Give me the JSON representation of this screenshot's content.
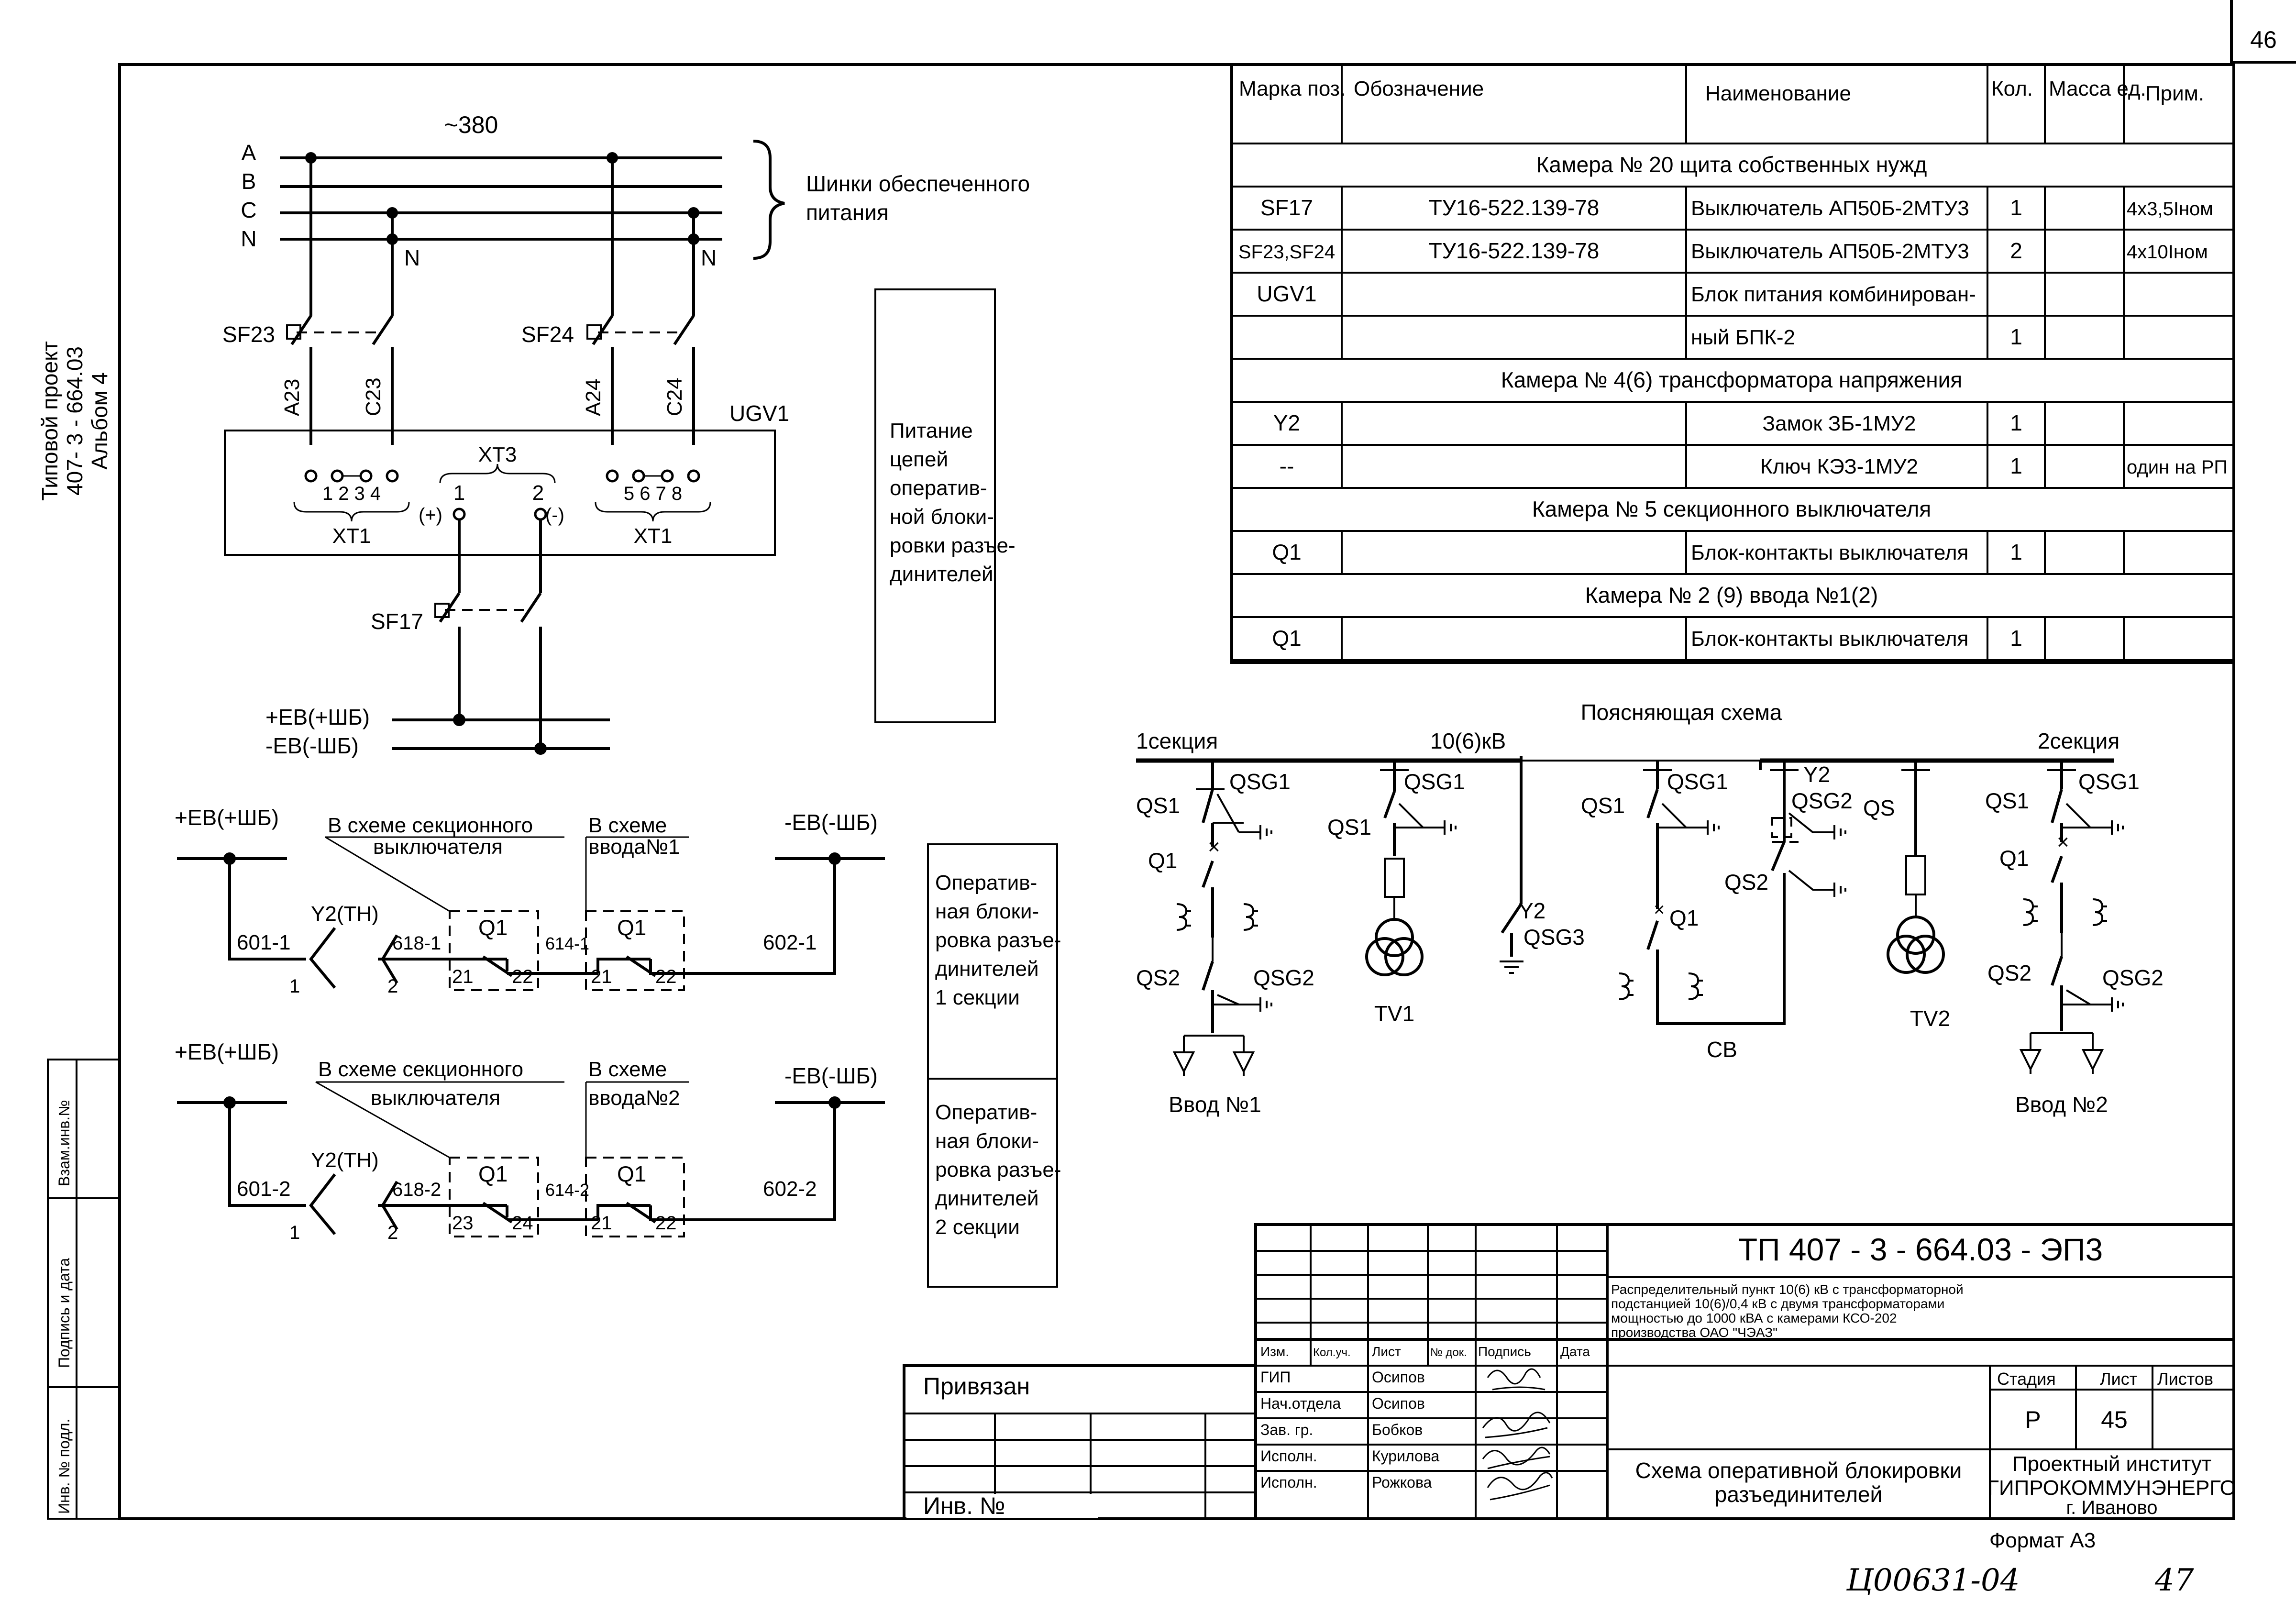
{
  "page_number": "46",
  "side_stamp": {
    "line1": "Типовой проект",
    "line2": "407- 3 - 664.03",
    "line3": "Альбом 4"
  },
  "left_stamp": {
    "vzam": "Взам.инв.№",
    "podpis": "Подпись и дата",
    "inv": "Инв. № подл."
  },
  "power_circuit": {
    "voltage": "~380",
    "phases": [
      "A",
      "B",
      "C",
      "N"
    ],
    "bus_label_1": "Шинки обеспеченного",
    "bus_label_2": "питания",
    "n_tap": "N",
    "breaker_1": "SF23",
    "breaker_2": "SF24",
    "breaker_3": "SF17",
    "wire_a23": "A23",
    "wire_c23": "C23",
    "wire_a24": "A24",
    "wire_c24": "C24",
    "unit": "UGV1",
    "xt3": "XT3",
    "xt1": "XT1",
    "term_left": "1 2 3 4",
    "term_right": "5 6 7 8",
    "xt3_1": "1",
    "xt3_2": "2",
    "plus": "(+)",
    "minus": "(-)",
    "bus_plus": "+EB(+ШБ)",
    "bus_minus": "-EB(-ШБ)"
  },
  "side_boxes": {
    "supply": [
      "Питание",
      "цепей",
      "оператив-",
      "ной блоки-",
      "ровки разъе-",
      "динителей"
    ],
    "section1": [
      "Оператив-",
      "ная блоки-",
      "ровка разъе-",
      "динителей",
      "1 секции"
    ],
    "section2": [
      "Оператив-",
      "ная блоки-",
      "ровка разъе-",
      "динителей",
      "2 секции"
    ]
  },
  "interlock": {
    "rows": [
      {
        "plus": "+EB(+ШБ)",
        "minus": "-EB(-ШБ)",
        "scheme_a1": "В схеме секционного",
        "scheme_a2": "выключателя",
        "scheme_b1": "В схеме",
        "scheme_b2": "ввода№1",
        "key": "Y2(TH)",
        "w1": "601-1",
        "w2": "618-1",
        "w3": "614-1",
        "w4": "602-1",
        "q1": "Q1",
        "q2": "Q1",
        "c1": "21",
        "c2": "22",
        "c3": "21",
        "c4": "22",
        "k1": "1",
        "k2": "2"
      },
      {
        "plus": "+EB(+ШБ)",
        "minus": "-EB(-ШБ)",
        "scheme_a1": "В схеме секционного",
        "scheme_a2": "выключателя",
        "scheme_b1": "В схеме",
        "scheme_b2": "ввода№2",
        "key": "Y2(TH)",
        "w1": "601-2",
        "w2": "618-2",
        "w3": "614-2",
        "w4": "602-2",
        "q1": "Q1",
        "q2": "Q1",
        "c1": "23",
        "c2": "24",
        "c3": "21",
        "c4": "22",
        "k1": "1",
        "k2": "2"
      }
    ]
  },
  "spec_table": {
    "headers": [
      "Марка поз.",
      "Обозначение",
      "Наименование",
      "Кол.",
      "Масса ед.",
      "Прим."
    ],
    "rows": [
      {
        "type": "section",
        "text": "Камера  № 20 щита собственных нужд"
      },
      {
        "type": "row",
        "cells": [
          "SF17",
          "ТУ16-522.139-78",
          "Выключатель АП50Б-2МТУ3",
          "1",
          "",
          "4x3,5Iном"
        ]
      },
      {
        "type": "row",
        "cells": [
          "SF23,SF24",
          "ТУ16-522.139-78",
          "Выключатель АП50Б-2МТУ3",
          "2",
          "",
          "4x10Iном"
        ]
      },
      {
        "type": "row",
        "cells": [
          "UGV1",
          "",
          "Блок питания комбинирован-",
          "",
          "",
          ""
        ]
      },
      {
        "type": "row",
        "cells": [
          "",
          "",
          "ный БПК-2",
          "1",
          "",
          ""
        ]
      },
      {
        "type": "section",
        "text": "Камера  № 4(6) трансформатора напряжения"
      },
      {
        "type": "row",
        "cells": [
          "Y2",
          "",
          "Замок ЗБ-1МУ2",
          "1",
          "",
          ""
        ]
      },
      {
        "type": "row",
        "cells": [
          "--",
          "",
          "Ключ КЭЗ-1МУ2",
          "1",
          "",
          "один на РП"
        ]
      },
      {
        "type": "section",
        "text": "Камера № 5 секционного выключателя"
      },
      {
        "type": "row",
        "cells": [
          "Q1",
          "",
          "Блок-контакты выключателя",
          "1",
          "",
          ""
        ]
      },
      {
        "type": "section",
        "text": "Камера № 2 (9) ввода №1(2)"
      },
      {
        "type": "row",
        "cells": [
          "Q1",
          "",
          "Блок-контакты выключателя",
          "1",
          "",
          ""
        ]
      }
    ]
  },
  "single_line": {
    "title": "Поясняющая схема",
    "sec1": "1секция",
    "voltage": "10(6)кВ",
    "sec2": "2секция",
    "qs1": "QS1",
    "qs2": "QS2",
    "qs": "QS",
    "qsg1": "QSG1",
    "qsg2": "QSG2",
    "qsg3": "QSG3",
    "q1": "Q1",
    "y2": "Y2",
    "tv1": "TV1",
    "tv2": "TV2",
    "cb": "CB",
    "in1": "Ввод №1",
    "in2": "Ввод №2"
  },
  "title_block": {
    "code": "ТП  407 - 3 - 664.03 - ЭП3",
    "cols": [
      "Изм.",
      "Кол.уч.",
      "Лист",
      "№ док.",
      "Подпись",
      "Дата"
    ],
    "roles": [
      {
        "role": "ГИП",
        "name": "Осипов"
      },
      {
        "role": "Нач.отдела",
        "name": "Осипов"
      },
      {
        "role": "Зав. гр.",
        "name": "Бобков"
      },
      {
        "role": "Исполн.",
        "name": "Курилова"
      },
      {
        "role": "Исполн.",
        "name": "Рожкова"
      }
    ],
    "description": [
      "Распределительный пункт 10(6) кВ с трансформаторной",
      "подстанцией 10(6)/0,4 кВ с двумя трансформаторами",
      "мощностью до 1000 кВА с камерами КСО-202",
      "производства ОАО \"ЧЭАЗ\""
    ],
    "drawing_title_1": "Схема оперативной блокировки",
    "drawing_title_2": "разъединителей",
    "stage_label": "Стадия",
    "sheet_label": "Лист",
    "sheets_label": "Листов",
    "stage": "Р",
    "sheet": "45",
    "sheets": "",
    "org_1": "Проектный институт",
    "org_2": "ГИПРОКОММУНЭНЕРГО",
    "org_3": "г. Иваново",
    "linked": "Привязан",
    "inv": "Инв. №",
    "format": "Формат А3"
  },
  "handwritten": {
    "archive": "Ц00631-04",
    "page": "47"
  }
}
